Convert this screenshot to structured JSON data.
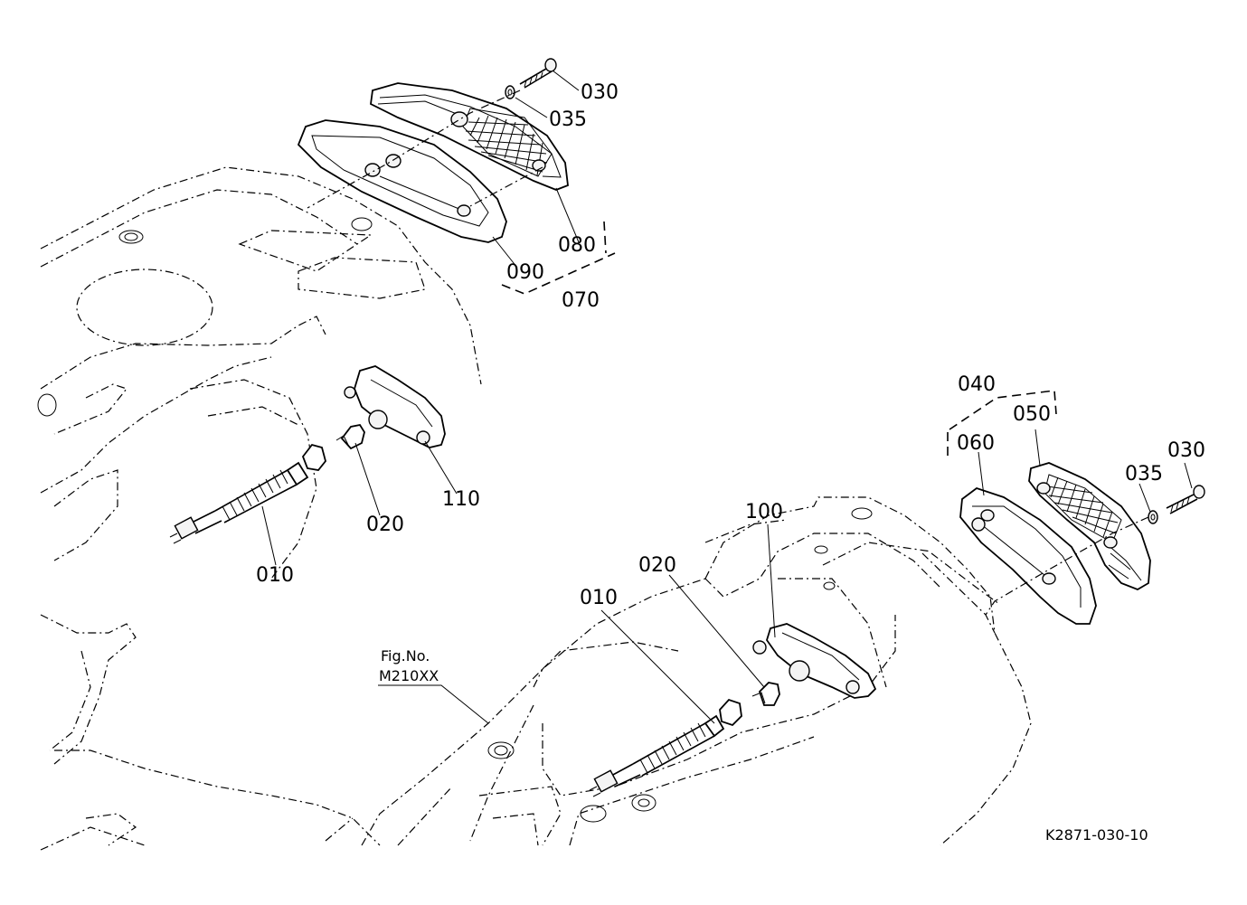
{
  "figure": {
    "fig_label": "Fig.No.",
    "fig_number": "M210XX",
    "drawing_code": "K2871-030-10"
  },
  "callouts": {
    "bolt_top": "030",
    "washer_top": "035",
    "lens_top": "080",
    "housing_top": "090",
    "assy_top": "070",
    "socket_left": "110",
    "bulb_left": "020",
    "harness_left": "010",
    "assy_right": "040",
    "lens_right": "050",
    "housing_right": "060",
    "bolt_right": "030",
    "washer_right": "035",
    "socket_right": "100",
    "bulb_right": "020",
    "harness_right": "010"
  }
}
